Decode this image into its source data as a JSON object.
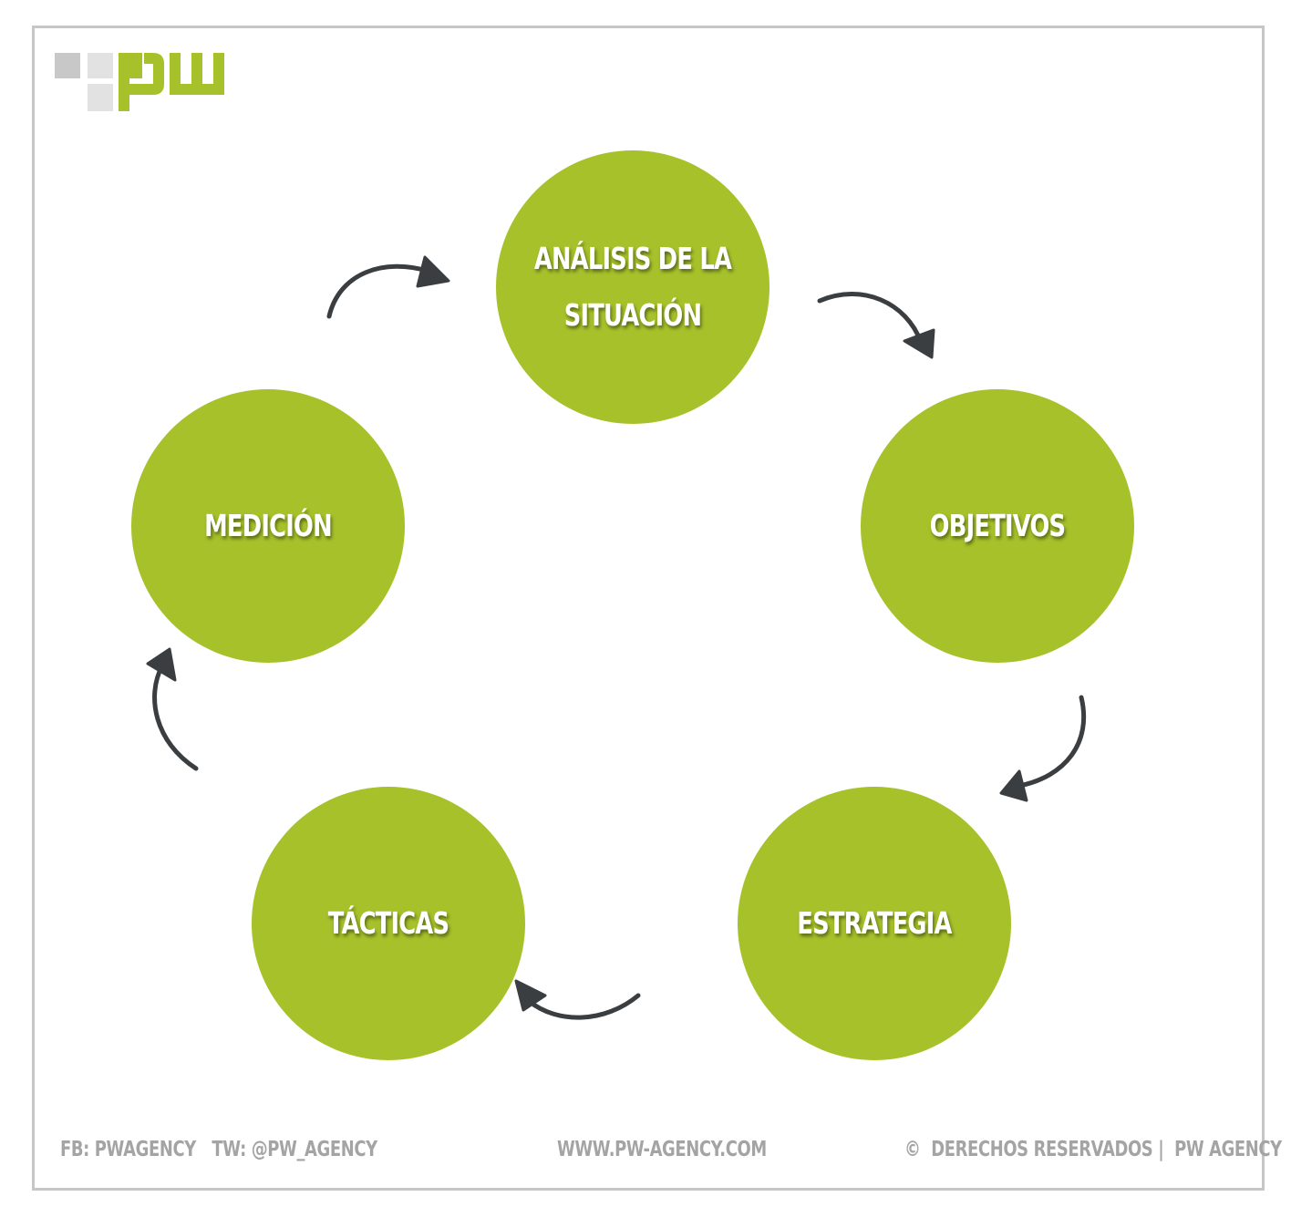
{
  "brand": {
    "logo_text": "pw",
    "accent_color": "#a6c12a",
    "square_color_dark": "#c8c8c8",
    "square_color_light": "#e2e2e2"
  },
  "diagram": {
    "nodes": [
      {
        "id": "analisis",
        "label": "ANÁLISIS DE LA\nSITUACIÓN"
      },
      {
        "id": "objetivos",
        "label": "OBJETIVOS"
      },
      {
        "id": "estrategia",
        "label": "ESTRATEGIA"
      },
      {
        "id": "tacticas",
        "label": "TÁCTICAS"
      },
      {
        "id": "medicion",
        "label": "MEDICIÓN"
      }
    ],
    "edges": [
      {
        "from": "analisis",
        "to": "objetivos"
      },
      {
        "from": "objetivos",
        "to": "estrategia"
      },
      {
        "from": "estrategia",
        "to": "tacticas"
      },
      {
        "from": "tacticas",
        "to": "medicion"
      },
      {
        "from": "medicion",
        "to": "analisis"
      }
    ],
    "arrow_color": "#3a3e40"
  },
  "footer": {
    "social": "FB: PWAGENCY   TW: @PW_AGENCY",
    "website": "WWW.PW-AGENCY.COM",
    "copyright": "©  DERECHOS RESERVADOS |  PW AGENCY"
  }
}
